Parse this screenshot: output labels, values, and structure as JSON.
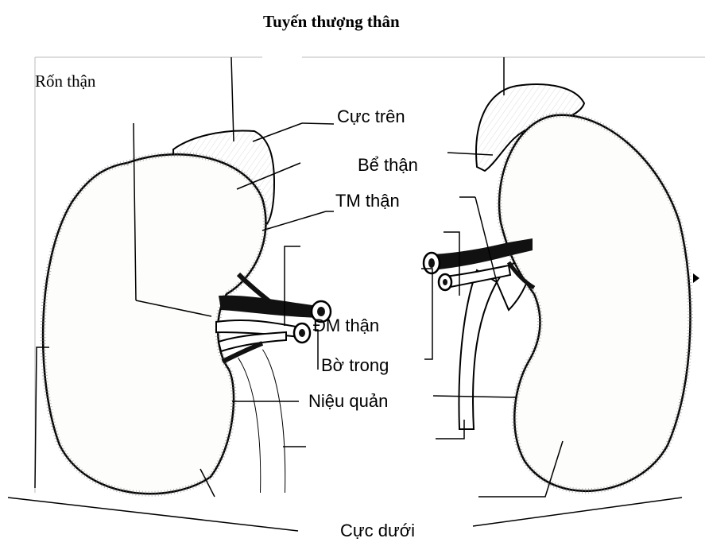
{
  "labels": {
    "adrenal_gland": "Tuyến thượng thân",
    "renal_hilum": "Rốn thận",
    "upper_pole": "Cực trên",
    "renal_pelvis": "Bể thận",
    "renal_vein": "TM thận",
    "renal_artery": "ĐM thận",
    "medial_border": "Bờ trong",
    "ureter": "Niệu quản",
    "lower_pole": "Cực dưới"
  },
  "colors": {
    "ink": "#000000",
    "paper": "#ffffff",
    "kidney_fill": "#fdfdfb",
    "vessel": "#111111"
  }
}
